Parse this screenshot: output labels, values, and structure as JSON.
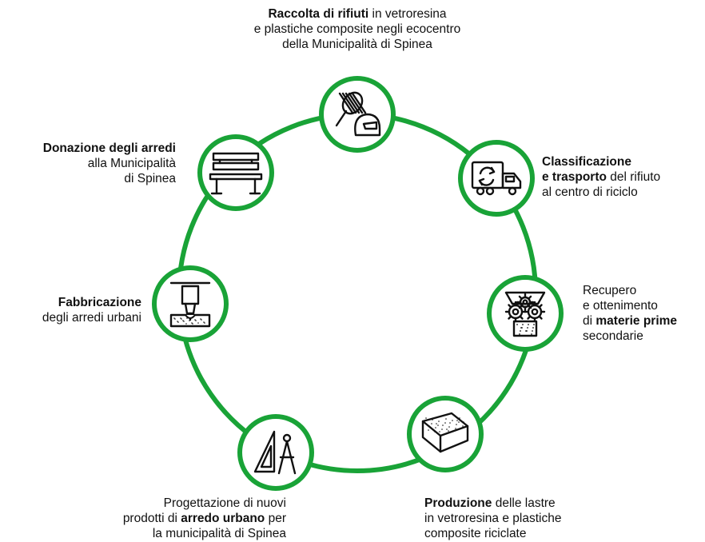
{
  "accent_color": "#19a337",
  "steps": [
    {
      "id": "raccolta",
      "icon": "racket-helmet-icon",
      "lines": [
        [
          {
            "t": "Raccolta di rifiuti",
            "b": true
          },
          {
            "t": " in vetroresina",
            "b": false
          }
        ],
        [
          {
            "t": "e plastiche composite negli ecocentro",
            "b": false
          }
        ],
        [
          {
            "t": "della Municipalità  di Spinea",
            "b": false
          }
        ]
      ]
    },
    {
      "id": "classificazione",
      "icon": "recycle-truck-icon",
      "lines": [
        [
          {
            "t": "Classificazione",
            "b": true
          }
        ],
        [
          {
            "t": "e trasporto",
            "b": true
          },
          {
            "t": " del rifiuto",
            "b": false
          }
        ],
        [
          {
            "t": "al centro di riciclo",
            "b": false
          }
        ]
      ]
    },
    {
      "id": "recupero",
      "icon": "gear-shredder-icon",
      "lines": [
        [
          {
            "t": "Recupero",
            "b": false
          }
        ],
        [
          {
            "t": "e ottenimento",
            "b": false
          }
        ],
        [
          {
            "t": "di ",
            "b": false
          },
          {
            "t": "materie prime",
            "b": true
          }
        ],
        [
          {
            "t": "secondarie",
            "b": false
          }
        ]
      ]
    },
    {
      "id": "produzione",
      "icon": "panel-sheet-icon",
      "lines": [
        [
          {
            "t": "Produzione",
            "b": true
          },
          {
            "t": " delle lastre",
            "b": false
          }
        ],
        [
          {
            "t": "in vetroresina e plastiche",
            "b": false
          }
        ],
        [
          {
            "t": "composite riciclate",
            "b": false
          }
        ]
      ]
    },
    {
      "id": "progettazione",
      "icon": "triangle-compass-icon",
      "lines": [
        [
          {
            "t": "Progettazione di nuovi",
            "b": false
          }
        ],
        [
          {
            "t": "prodotti di ",
            "b": false
          },
          {
            "t": "arredo urbano",
            "b": true
          },
          {
            "t": " per",
            "b": false
          }
        ],
        [
          {
            "t": "la municipalità  di Spinea",
            "b": false
          }
        ]
      ]
    },
    {
      "id": "fabbricazione",
      "icon": "cnc-drill-icon",
      "lines": [
        [
          {
            "t": "Fabbricazione",
            "b": true
          }
        ],
        [
          {
            "t": "degli arredi urbani",
            "b": false
          }
        ]
      ]
    },
    {
      "id": "donazione",
      "icon": "bench-icon",
      "lines": [
        [
          {
            "t": "Donazione degli arredi",
            "b": true
          }
        ],
        [
          {
            "t": "alla Municipalità",
            "b": false
          }
        ],
        [
          {
            "t": "di Spinea",
            "b": false
          }
        ]
      ]
    }
  ]
}
